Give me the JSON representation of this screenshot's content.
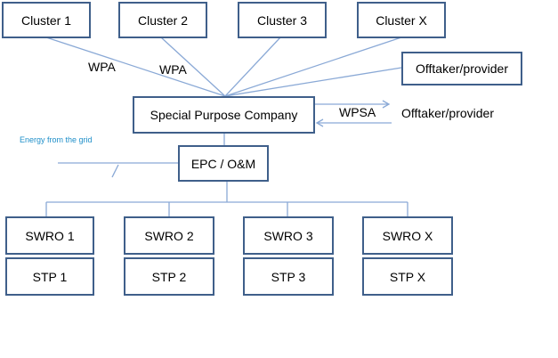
{
  "clusters": [
    "Cluster 1",
    "Cluster 2",
    "Cluster 3",
    "Cluster X"
  ],
  "links": {
    "wpa_left": "WPA",
    "wpa_right": "WPA",
    "wpsa": "WPSA"
  },
  "offtaker_box": "Offtaker/provider",
  "offtaker_text": "Offtaker/provider",
  "spc": "Special Purpose Company",
  "grid_label": "Energy from  the grid",
  "epc": "EPC / O&M",
  "swro": [
    "SWRO 1",
    "SWRO 2",
    "SWRO 3",
    "SWRO X"
  ],
  "stp": [
    "STP 1",
    "STP 2",
    "STP 3",
    "STP X"
  ],
  "colors": {
    "box_border": "#3f5f8a",
    "connector": "#8aa9d6",
    "grid_text": "#1f8fc9"
  }
}
